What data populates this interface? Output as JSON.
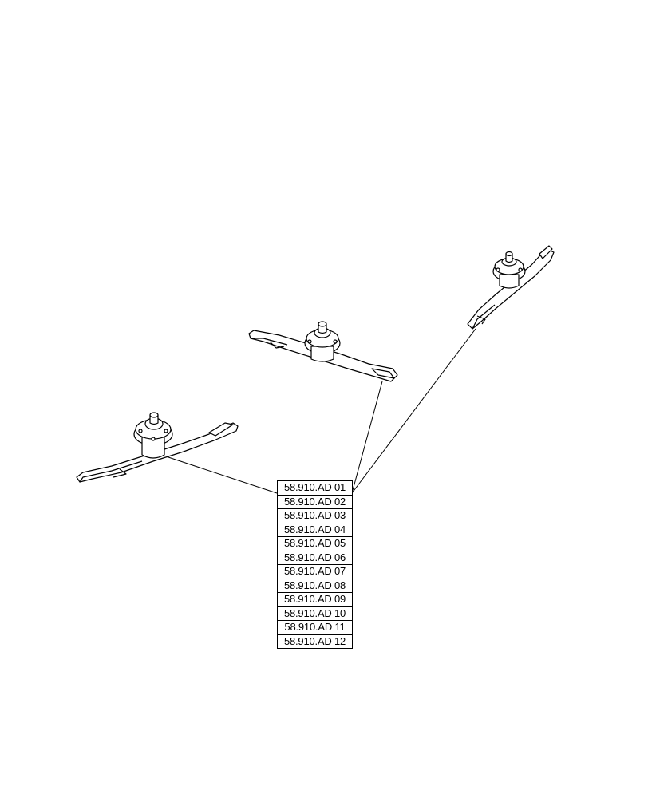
{
  "callout": {
    "part_numbers": [
      "58.910.AD 01",
      "58.910.AD 02",
      "58.910.AD 03",
      "58.910.AD 04",
      "58.910.AD 05",
      "58.910.AD 06",
      "58.910.AD 07",
      "58.910.AD 08",
      "58.910.AD 09",
      "58.910.AD 10",
      "58.910.AD 11",
      "58.910.AD 12"
    ]
  },
  "colors": {
    "line": "#000000",
    "background": "#ffffff"
  }
}
